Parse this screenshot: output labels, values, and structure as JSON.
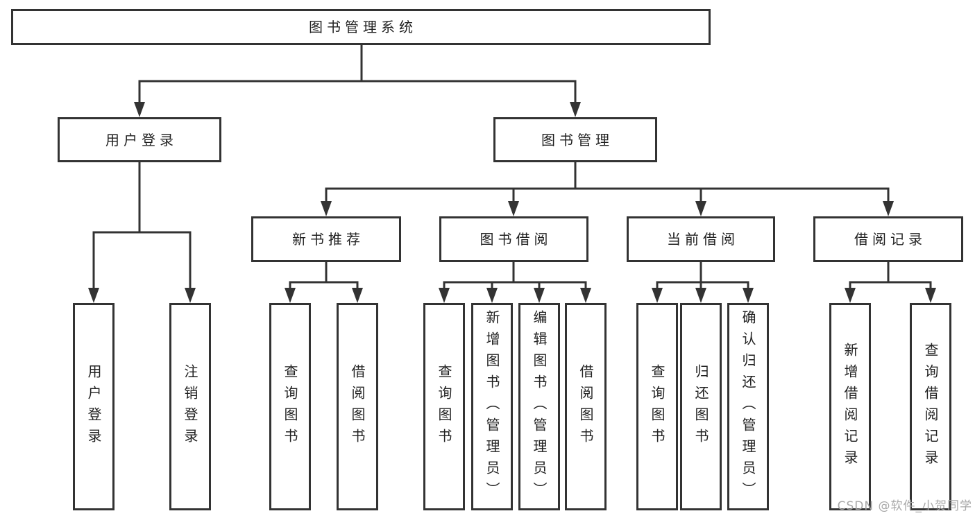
{
  "tree": {
    "root": {
      "label": "图书管理系统",
      "children": [
        {
          "label": "用户登录",
          "children": [
            {
              "label": "用户登录"
            },
            {
              "label": "注销登录"
            }
          ]
        },
        {
          "label": "图书管理",
          "children": [
            {
              "label": "新书推荐",
              "children": [
                {
                  "label": "查询图书"
                },
                {
                  "label": "借阅图书"
                }
              ]
            },
            {
              "label": "图书借阅",
              "children": [
                {
                  "label": "查询图书"
                },
                {
                  "label": "新增图书（管理员）"
                },
                {
                  "label": "编辑图书（管理员）"
                },
                {
                  "label": "借阅图书"
                }
              ]
            },
            {
              "label": "当前借阅",
              "children": [
                {
                  "label": "查询图书"
                },
                {
                  "label": "归还图书"
                },
                {
                  "label": "确认归还（管理员）"
                }
              ]
            },
            {
              "label": "借阅记录",
              "children": [
                {
                  "label": "新增借阅记录"
                },
                {
                  "label": "查询借阅记录"
                }
              ]
            }
          ]
        }
      ]
    }
  },
  "watermark": {
    "text": "CSDN @软件_小贺同学"
  },
  "colors": {
    "line": "#333333",
    "box_border": "#333333",
    "box_fill": "#ffffff",
    "text": "#222222",
    "watermark": "#a8a8a8",
    "background": "#ffffff"
  }
}
